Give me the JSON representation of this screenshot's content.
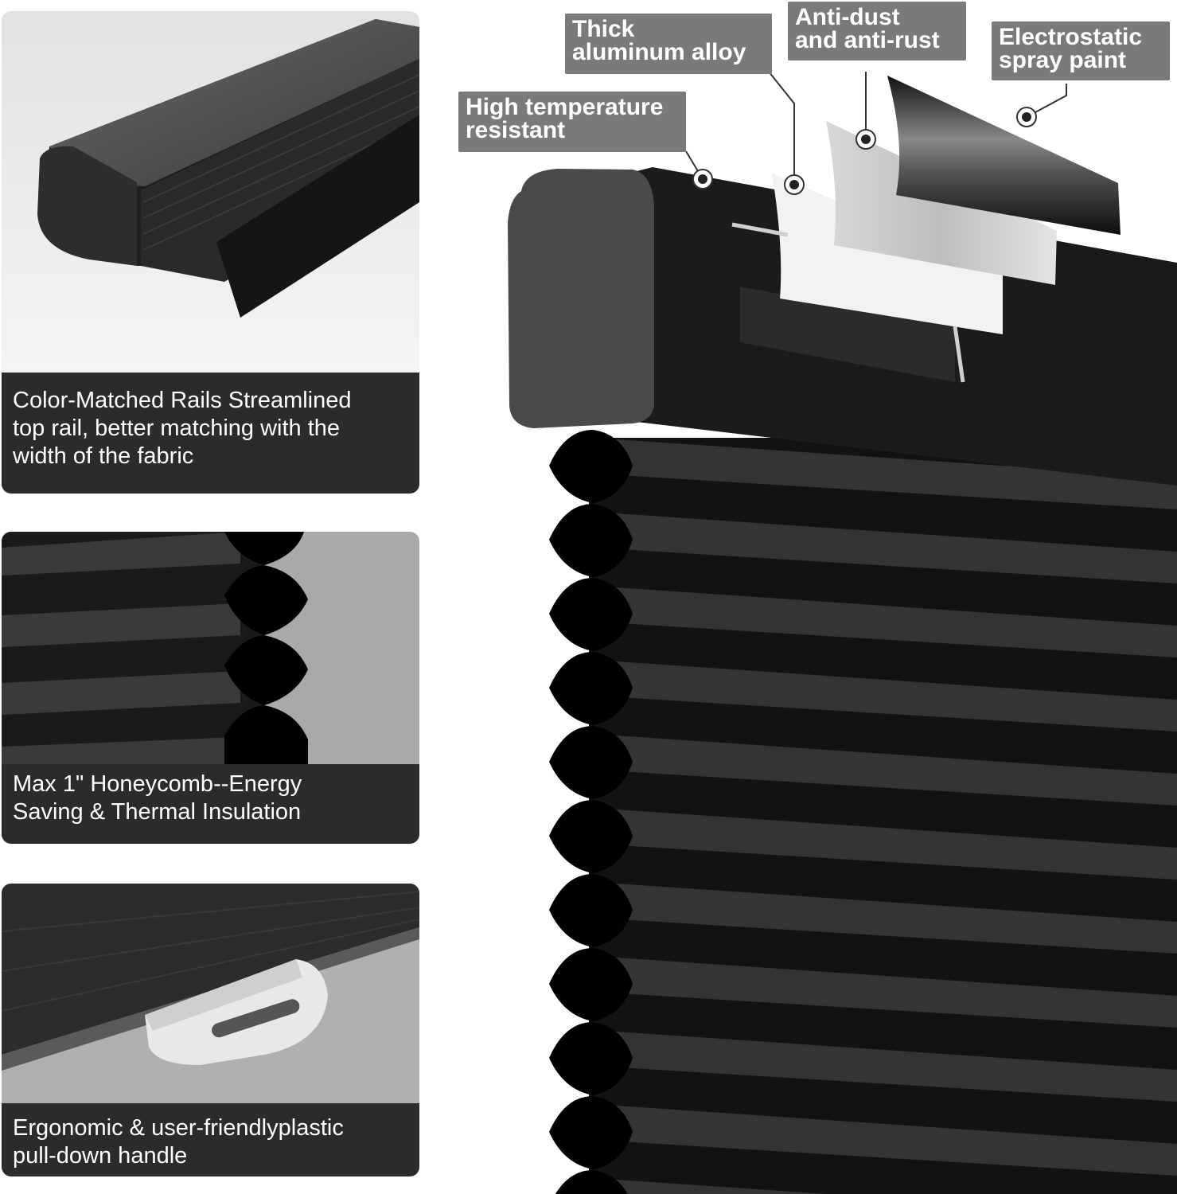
{
  "features": [
    {
      "caption_lines": [
        "Color-Matched Rails Streamlined",
        "top rail, better matching with the",
        "width of the fabric"
      ]
    },
    {
      "caption_lines": [
        "Max 1\" Honeycomb--Energy",
        "Saving & Thermal Insulation"
      ]
    },
    {
      "caption_lines": [
        "Ergonomic & user-friendlyplastic",
        "pull-down handle"
      ]
    }
  ],
  "callouts": {
    "thick": [
      "Thick",
      "aluminum alloy"
    ],
    "dust": [
      "Anti-dust",
      "and anti-rust"
    ],
    "spray": [
      "Electrostatic",
      "spray paint"
    ],
    "temp": [
      "High temperature",
      "resistant"
    ]
  },
  "colors": {
    "caption_bg": "#2b2b2b",
    "callout_bg": "#7a7a7a",
    "fabric": "#2a2a2a",
    "rail": "#1c1c1c"
  }
}
